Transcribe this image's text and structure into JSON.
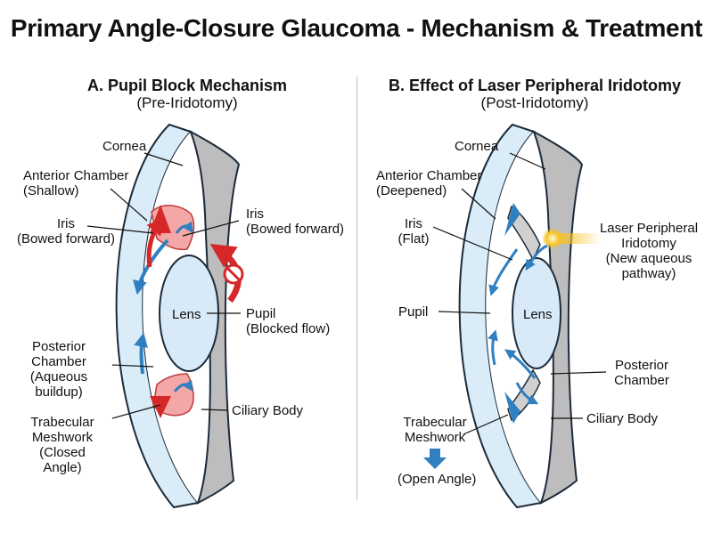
{
  "title": "Primary Angle-Closure Glaucoma - Mechanism & Treatment",
  "panel_a": {
    "title": "A. Pupil Block Mechanism",
    "subtitle": "(Pre-Iridotomy)",
    "labels": {
      "cornea": "Cornea",
      "anterior_chamber": "Anterior Chamber\n(Shallow)",
      "iris_left": "Iris\n(Bowed forward)",
      "iris_right": "Iris\n(Bowed forward)",
      "lens": "Lens",
      "pupil": "Pupil\n(Blocked flow)",
      "posterior_chamber": "Posterior\nChamber\n(Aqueous\nbuildup)",
      "trabecular": "Trabecular\nMeshwork\n(Closed\nAngle)",
      "ciliary": "Ciliary Body"
    }
  },
  "panel_b": {
    "title": "B. Effect of Laser Peripheral Iridotomy",
    "subtitle": "(Post-Iridotomy)",
    "labels": {
      "cornea": "Cornea",
      "anterior_chamber": "Anterior Chamber\n(Deepened)",
      "iris": "Iris\n(Flat)",
      "laser": "Laser Peripheral\nIridotomy\n(New aqueous\npathway)",
      "pupil": "Pupil",
      "lens": "Lens",
      "posterior_chamber": "Posterior\nChamber",
      "trabecular": "Trabecular\nMeshwork",
      "ciliary": "Ciliary Body",
      "open_angle": "(Open Angle)"
    }
  },
  "colors": {
    "cornea_fill": "#d9ecf7",
    "cornea_stroke": "#1c2b3a",
    "ciliary_fill": "#bdbdbd",
    "lens_fill": "#d8eaf8",
    "iris_red": "#f3a7a7",
    "red_arrow": "#d62828",
    "blue_arrow": "#2f7fc1",
    "laser": "#f7c325"
  }
}
